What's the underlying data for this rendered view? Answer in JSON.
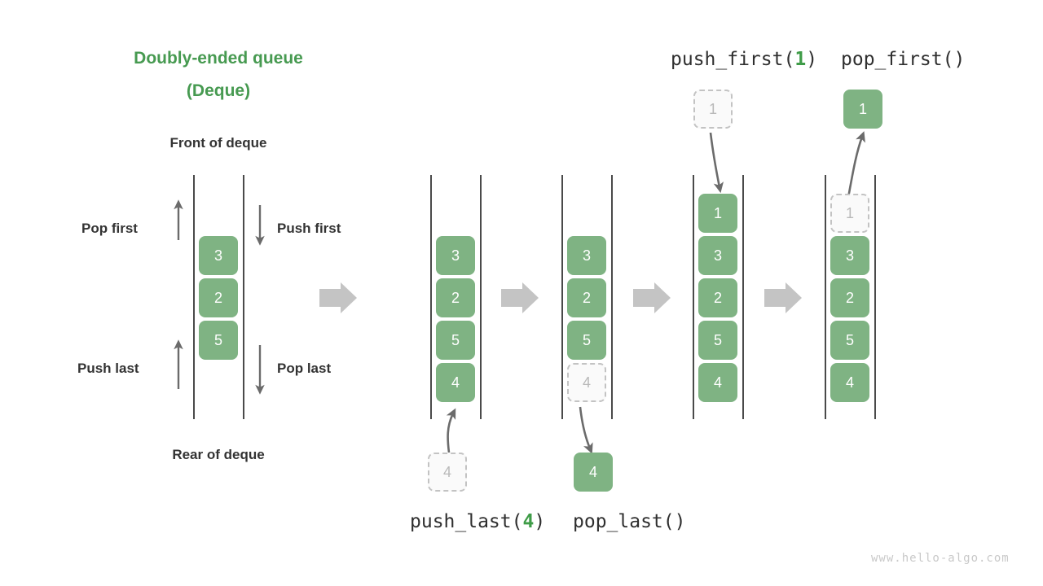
{
  "title": {
    "line1": "Doubly-ended queue",
    "line2": "(Deque)"
  },
  "labels": {
    "front": "Front of deque",
    "rear": "Rear of deque",
    "pop_first": "Pop first",
    "push_first": "Push first",
    "push_last": "Push last",
    "pop_last": "Pop last"
  },
  "operations": {
    "push_last": {
      "name": "push_last(",
      "arg": "4",
      "close": ")"
    },
    "pop_last": {
      "name": "pop_last()"
    },
    "push_first": {
      "name": "push_first(",
      "arg": "1",
      "close": ")"
    },
    "pop_first": {
      "name": "pop_first()"
    }
  },
  "colors": {
    "title_green": "#479a51",
    "cell_green": "#7fb383",
    "ghost_fill": "#fafafa",
    "ghost_border": "#c3c3c3",
    "ghost_text": "#b9b9b9",
    "rail": "#4a4a4a",
    "big_arrow": "#c4c4c4",
    "thin_arrow": "#6b6b6b",
    "label_text": "#333333",
    "watermark": "#c9c9c9"
  },
  "panels": [
    {
      "id": "deque-initial",
      "cells": [
        "3",
        "2",
        "5"
      ],
      "detached": []
    },
    {
      "id": "deque-after-push-last",
      "cells": [
        "3",
        "2",
        "5",
        "4"
      ],
      "detached": [
        {
          "value": "4",
          "state": "ghost",
          "position": "below"
        }
      ]
    },
    {
      "id": "deque-before-pop-last",
      "cells": [
        "3",
        "2",
        "5"
      ],
      "ghost_cell": "4",
      "detached": [
        {
          "value": "4",
          "state": "filled",
          "position": "below"
        }
      ]
    },
    {
      "id": "deque-after-push-first",
      "cells": [
        "1",
        "3",
        "2",
        "5",
        "4"
      ],
      "detached": [
        {
          "value": "1",
          "state": "ghost",
          "position": "above"
        }
      ]
    },
    {
      "id": "deque-after-pop-first",
      "cells": [
        "3",
        "2",
        "5",
        "4"
      ],
      "ghost_cell": "1",
      "detached": [
        {
          "value": "1",
          "state": "filled",
          "position": "above"
        }
      ]
    }
  ],
  "watermark": "www.hello-algo.com"
}
